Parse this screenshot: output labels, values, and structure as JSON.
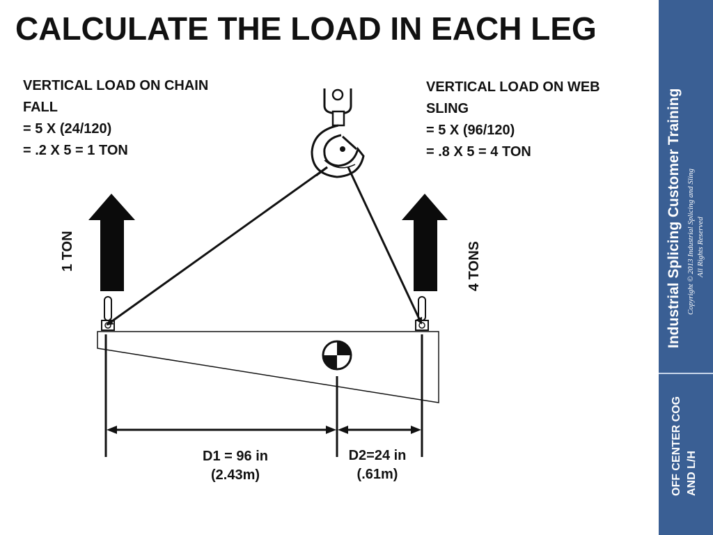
{
  "title": "CALCULATE THE LOAD IN EACH LEG",
  "left_note": {
    "line1": "VERTICAL LOAD ON CHAIN",
    "line2": "FALL",
    "line3": "= 5 X (24/120)",
    "line4": "= .2 X 5 = 1 TON"
  },
  "right_note": {
    "line1": "VERTICAL LOAD ON WEB",
    "line2": "SLING",
    "line3": "= 5 X (96/120)",
    "line4": "= .8 X 5 = 4 TON"
  },
  "left_load": "1 TON",
  "right_load": "4 TONS",
  "d1": {
    "line1": "D1 = 96 in",
    "line2": "(2.43m)"
  },
  "d2": {
    "line1": "D2=24 in",
    "line2": "(.61m)"
  },
  "side_panel": {
    "brand": "Industrial Splicing Customer Training",
    "copyright_line1": "Copyright © 2013  Industrial Splicing and Sling",
    "copyright_line2": "All Rights Reserved",
    "section_line1": "OFF CENTER COG",
    "section_line2": "AND L/H",
    "color": "#3a5f94"
  },
  "icons": [
    "crane-hook-icon",
    "center-of-gravity-icon",
    "up-arrow-icon",
    "shackle-icon"
  ]
}
